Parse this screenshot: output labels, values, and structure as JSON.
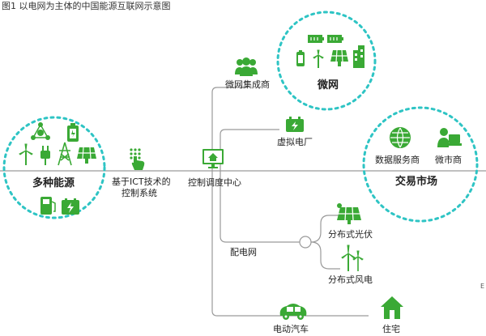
{
  "figure_title": "图1 以电网为主体的中国能源互联网示意图",
  "nodes": {
    "multi_energy": "多种能源",
    "ict_control": "基于ICT技术的\n控制系统",
    "ict_line1": "基于ICT技术的",
    "ict_line2": "控制系统",
    "dispatch_center": "控制调度中心",
    "microgrid_integrator": "微网集成商",
    "microgrid": "微网",
    "virtual_plant": "虚拟电厂",
    "data_service": "数据服务商",
    "micro_merchant": "微市商",
    "trading_market": "交易市场",
    "distribution_grid": "配电网",
    "distributed_pv": "分布式光伏",
    "distributed_wind": "分布式风电",
    "electric_vehicle": "电动汽车",
    "residence": "住宅"
  },
  "corner_mark": "E",
  "colors": {
    "accent": "#3aa935",
    "ring": "#2ec4c4",
    "line": "#9a9a9a"
  },
  "icons": [
    "energy-cycle-icon",
    "battery-icon",
    "wind-turbine-icon",
    "power-plug-icon",
    "power-tower-icon",
    "solar-panel-icon",
    "fuel-pump-icon",
    "battery-charge-icon",
    "hand-pointer-icon",
    "monitor-house-icon",
    "people-group-icon",
    "battery-row-icon",
    "plug-socket-icon",
    "globe-icon",
    "person-laptop-icon",
    "car-icon",
    "house-icon"
  ]
}
